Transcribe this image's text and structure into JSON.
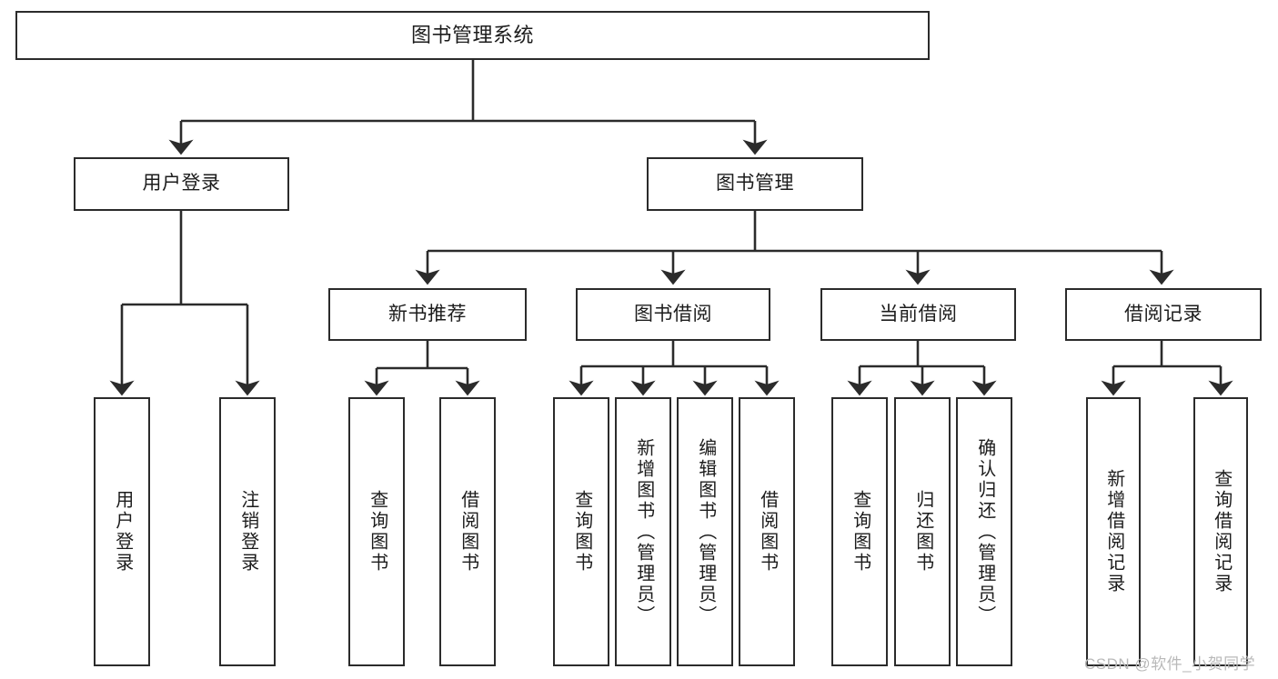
{
  "diagram": {
    "type": "tree-hierarchy",
    "title": "图书管理系统",
    "orientation": "top-down",
    "colors": {
      "background": "#ffffff",
      "node_border": "#2b2b2b",
      "node_fill": "#ffffff",
      "edge": "#2b2b2b",
      "text": "#1c1c1c",
      "watermark": "#b9b9b9"
    },
    "root": {
      "label": "图书管理系统"
    },
    "level1": [
      {
        "label": "用户登录"
      },
      {
        "label": "图书管理"
      }
    ],
    "level2": [
      {
        "label": "新书推荐"
      },
      {
        "label": "图书借阅"
      },
      {
        "label": "当前借阅"
      },
      {
        "label": "借阅记录"
      }
    ],
    "leaves": {
      "user_login": [
        {
          "label": "用户登录"
        },
        {
          "label": "注销登录"
        }
      ],
      "new_book_recommend": [
        {
          "label": "查询图书"
        },
        {
          "label": "借阅图书"
        }
      ],
      "book_borrow": [
        {
          "label": "查询图书"
        },
        {
          "label": "新增图书（管理员）"
        },
        {
          "label": "编辑图书（管理员）"
        },
        {
          "label": "借阅图书"
        }
      ],
      "current_borrow": [
        {
          "label": "查询图书"
        },
        {
          "label": "归还图书"
        },
        {
          "label": "确认归还（管理员）"
        }
      ],
      "borrow_record": [
        {
          "label": "新增借阅记录"
        },
        {
          "label": "查询借阅记录"
        }
      ]
    }
  },
  "watermark": {
    "text": "CSDN @软件_小贺同学"
  }
}
